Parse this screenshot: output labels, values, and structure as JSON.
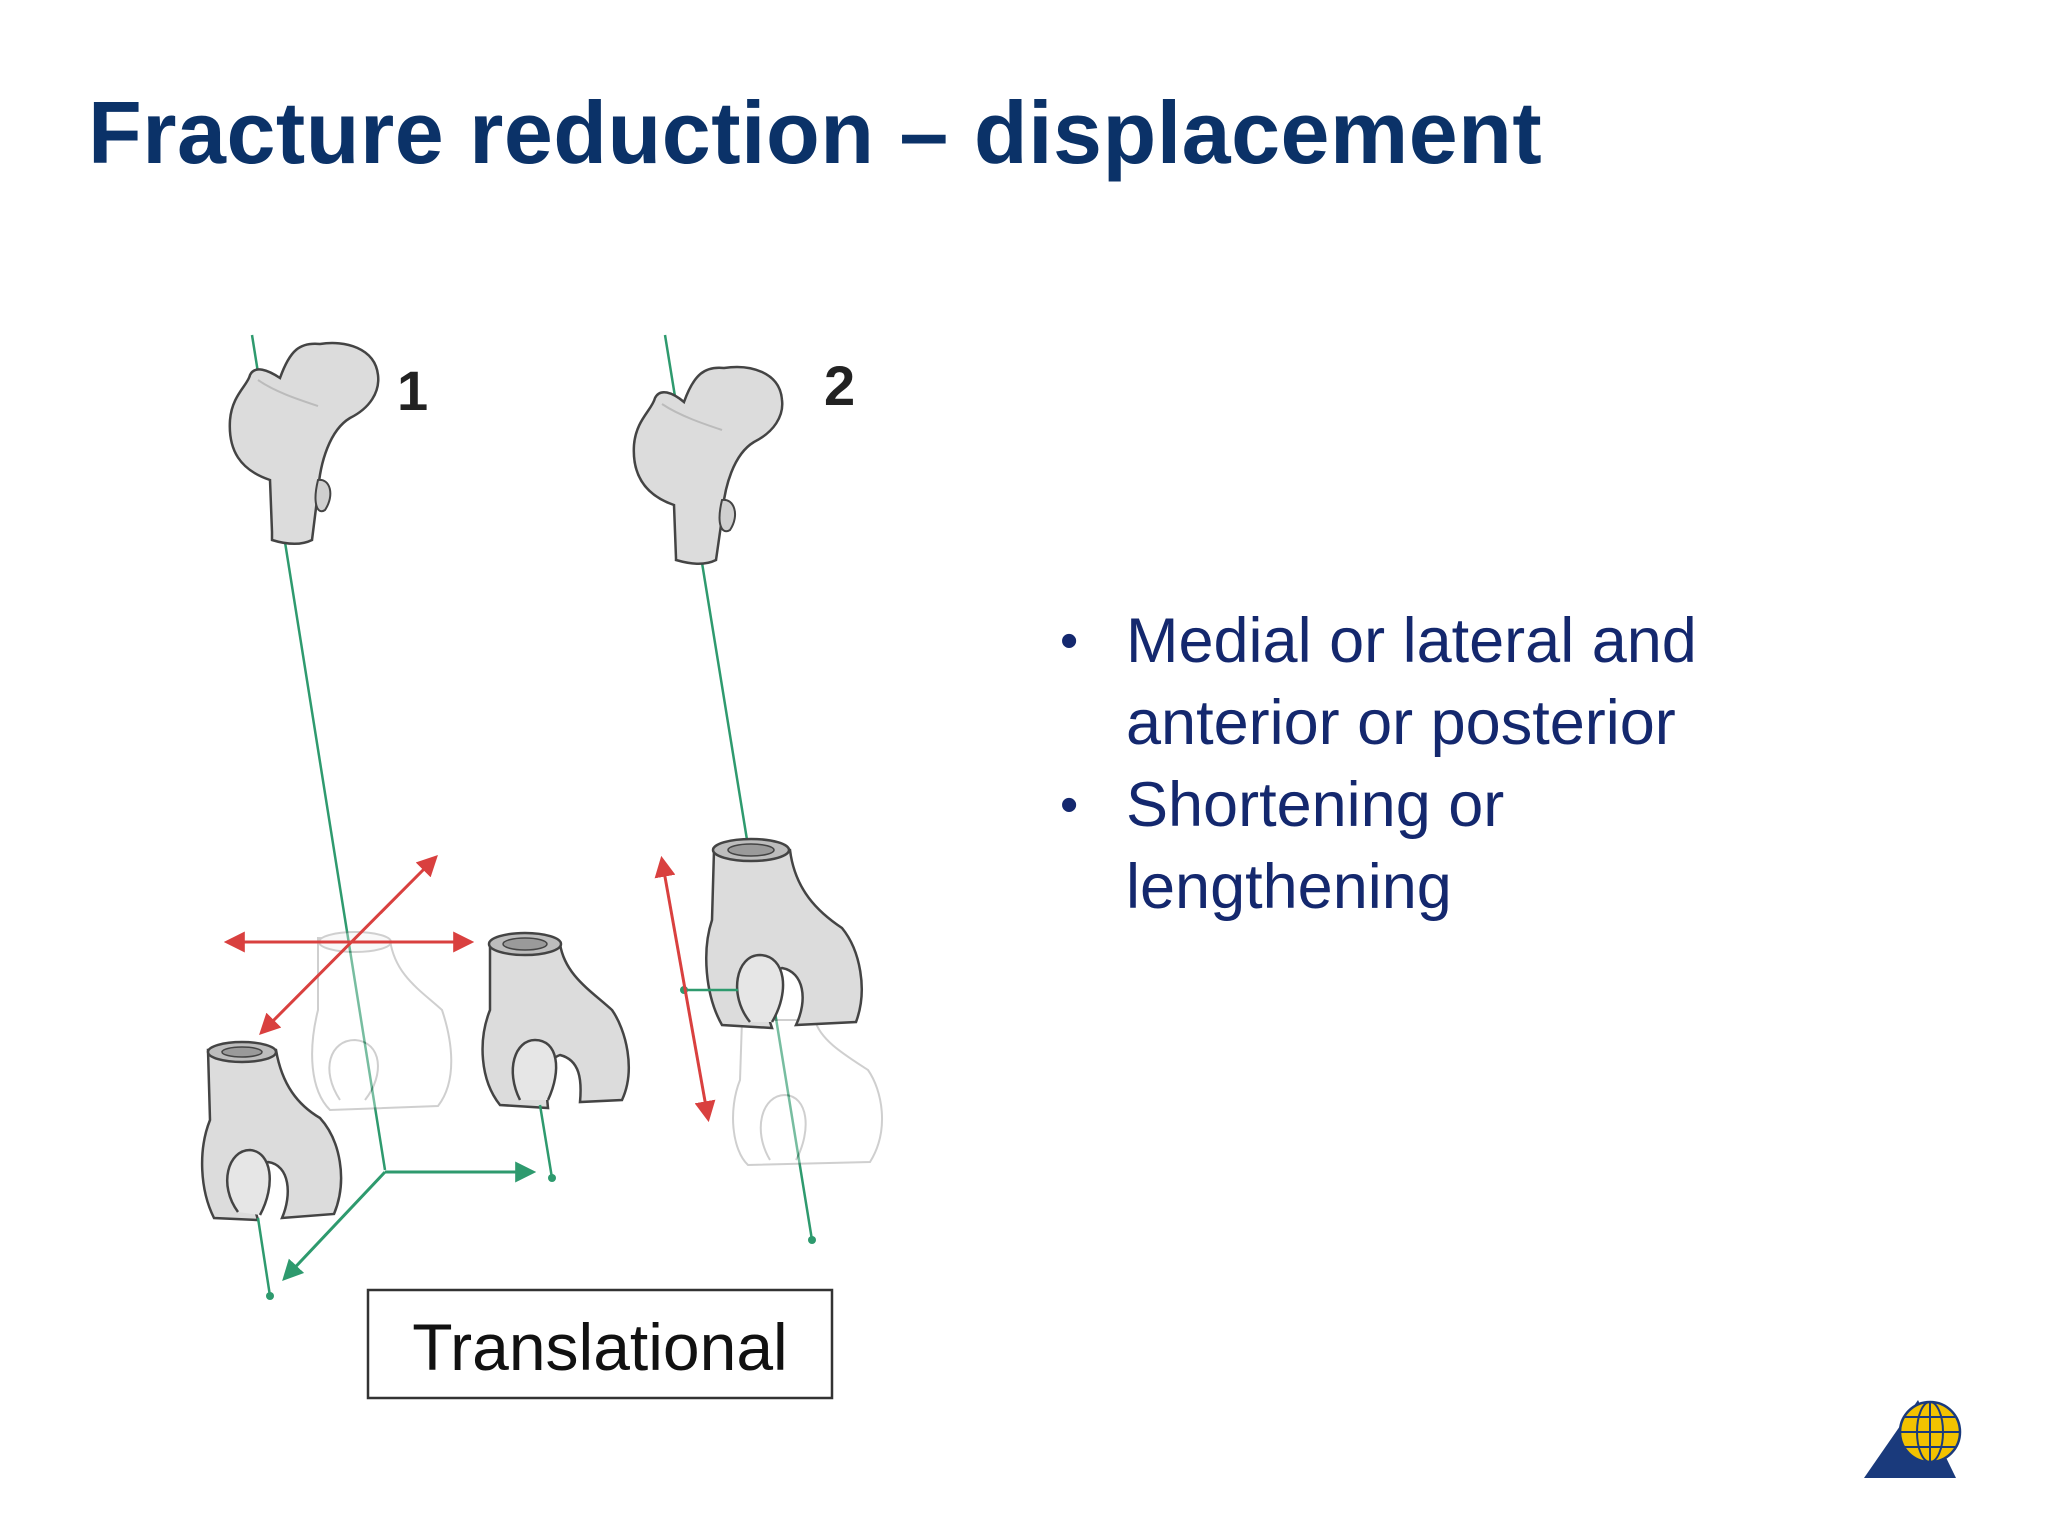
{
  "slide": {
    "title": "Fracture reduction – displacement"
  },
  "figure": {
    "label_1": "1",
    "label_2": "2",
    "caption": "Translational",
    "axis_color": "#2e9a6e",
    "arrow_color": "#d9403f",
    "bone_fill": "#dcdcdc",
    "bone_stroke": "#444444"
  },
  "bullets": [
    {
      "text": "Medial or lateral and anterior or posterior"
    },
    {
      "text": "Shortening or lengthening"
    }
  ],
  "logo": {
    "icon": "globe-triangle-logo",
    "colors": {
      "triangle": "#1a3a7c",
      "globe": "#f2c200"
    }
  }
}
